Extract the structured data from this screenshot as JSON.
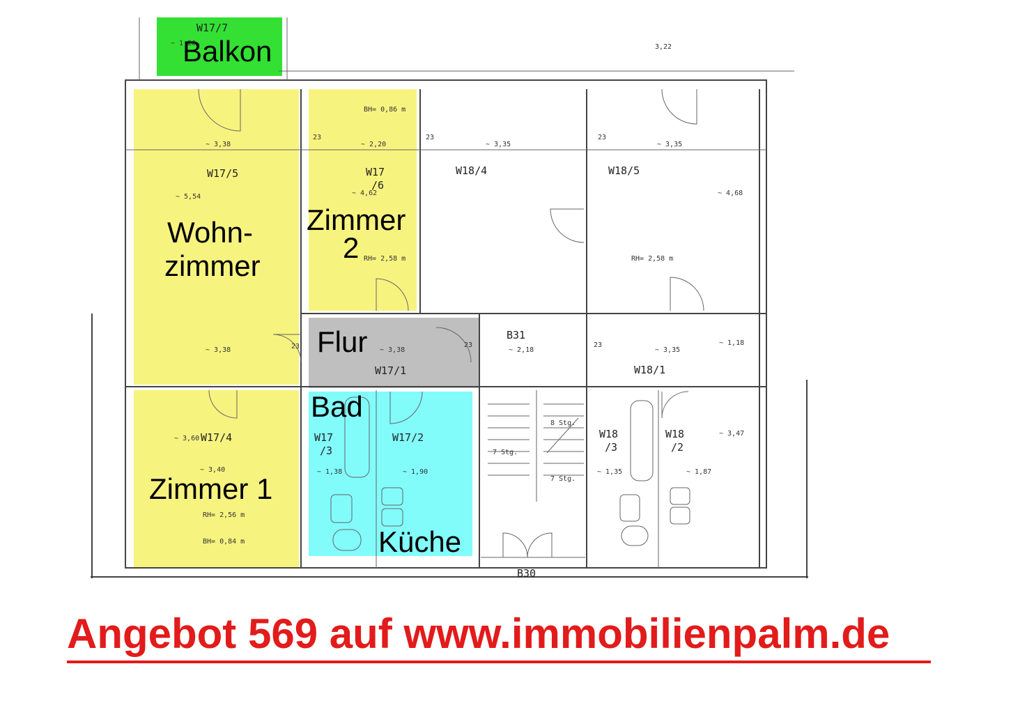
{
  "colors": {
    "balkon": "#33e033",
    "wohnzimmer": "#f7f37f",
    "zimmer2": "#f7f37f",
    "zimmer1": "#f7f37f",
    "flur": "#bfbfbf",
    "bad_kueche": "#82fbfb",
    "wall": "#444444",
    "footer_red": "#e21b1b"
  },
  "rooms": {
    "balkon": {
      "label": "Balkon",
      "code": "W17/7"
    },
    "wohnzimmer": {
      "label_line1": "Wohn-",
      "label_line2": "zimmer",
      "code": "W17/5"
    },
    "zimmer2": {
      "label_line1": "Zimmer",
      "label_line2": "2",
      "code_line1": "W17",
      "code_line2": "/6",
      "bh": "BH= 0,86 m",
      "rh": "RH= 2,58 m"
    },
    "flur": {
      "label": "Flur",
      "code": "W17/1"
    },
    "bad": {
      "label": "Bad",
      "code_line1": "W17",
      "code_line2": "/3"
    },
    "kueche": {
      "label": "Küche",
      "code": "W17/2"
    },
    "zimmer1": {
      "label": "Zimmer 1",
      "code": "W17/4",
      "rh": "RH= 2,56 m",
      "bh": "BH= 0,84 m"
    },
    "w18_4": {
      "code": "W18/4"
    },
    "w18_5": {
      "code": "W18/5",
      "rh": "RH= 2,58 m"
    },
    "b31": {
      "code": "B31"
    },
    "w18_1": {
      "code": "W18/1"
    },
    "w18_3": {
      "code_line1": "W18",
      "code_line2": "/3"
    },
    "w18_2": {
      "code_line1": "W18",
      "code_line2": "/2"
    },
    "b30": {
      "code": "B30"
    }
  },
  "dimensions": {
    "d_322": "3,22",
    "d_338a": "~ 3,38",
    "d_220": "~ 2,20",
    "d_335a": "~ 3,35",
    "d_335b": "~ 3,35",
    "d_554": "~ 5,54",
    "d_462": "~ 4,62",
    "d_468": "~ 4,68",
    "d_338b": "~ 3,38",
    "d_338c": "~ 3,38",
    "d_218": "~ 2,18",
    "d_335c": "~ 3,35",
    "d_118": "~ 1,18",
    "d_360": "~ 3,60",
    "d_340": "~ 3,40",
    "d_138": "~ 1,38",
    "d_190": "~ 1,90",
    "d_135": "~ 1,35",
    "d_187": "~ 1,87",
    "d_347": "~ 3,47",
    "d_120": "~ 1,20",
    "d_23a": "23",
    "d_23b": "23",
    "d_23c": "23",
    "d_23d": "23",
    "d_23e": "23",
    "d_23f": "23",
    "stg_a": "7 Stg.",
    "stg_b": "8 Stg.",
    "stg_c": "7 Stg."
  },
  "footer": {
    "text": "Angebot 569 auf www.immobilienpalm.de"
  }
}
